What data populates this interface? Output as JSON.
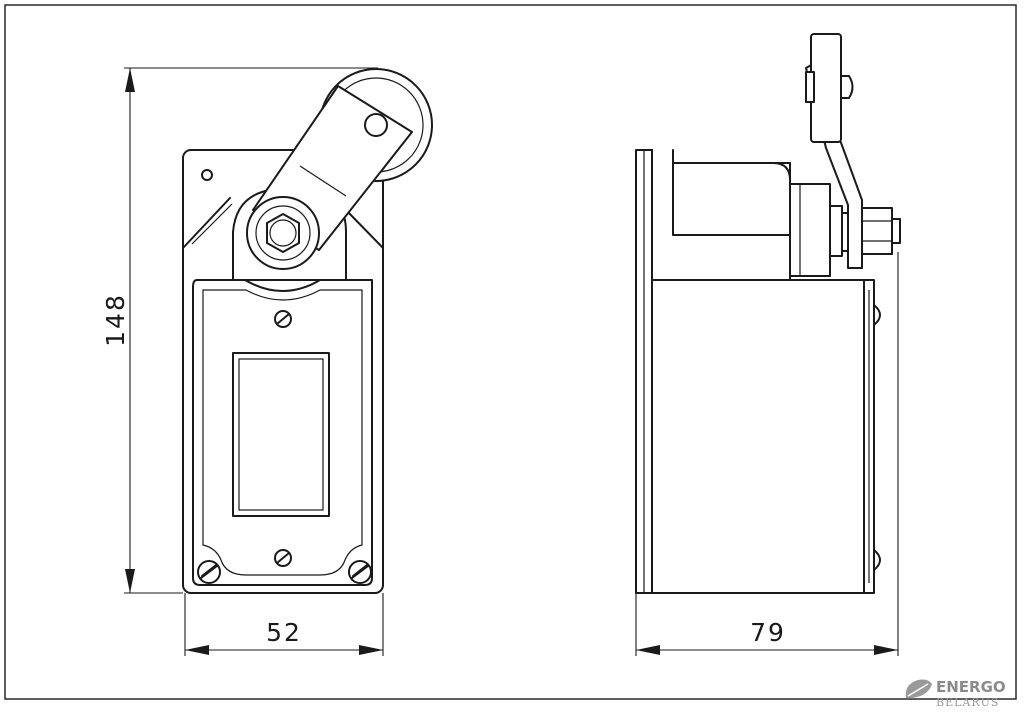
{
  "dimensions": {
    "height": "148",
    "front_width": "52",
    "side_depth": "79"
  },
  "logo": {
    "name": "ENERGO",
    "sub": "BELARUS"
  }
}
